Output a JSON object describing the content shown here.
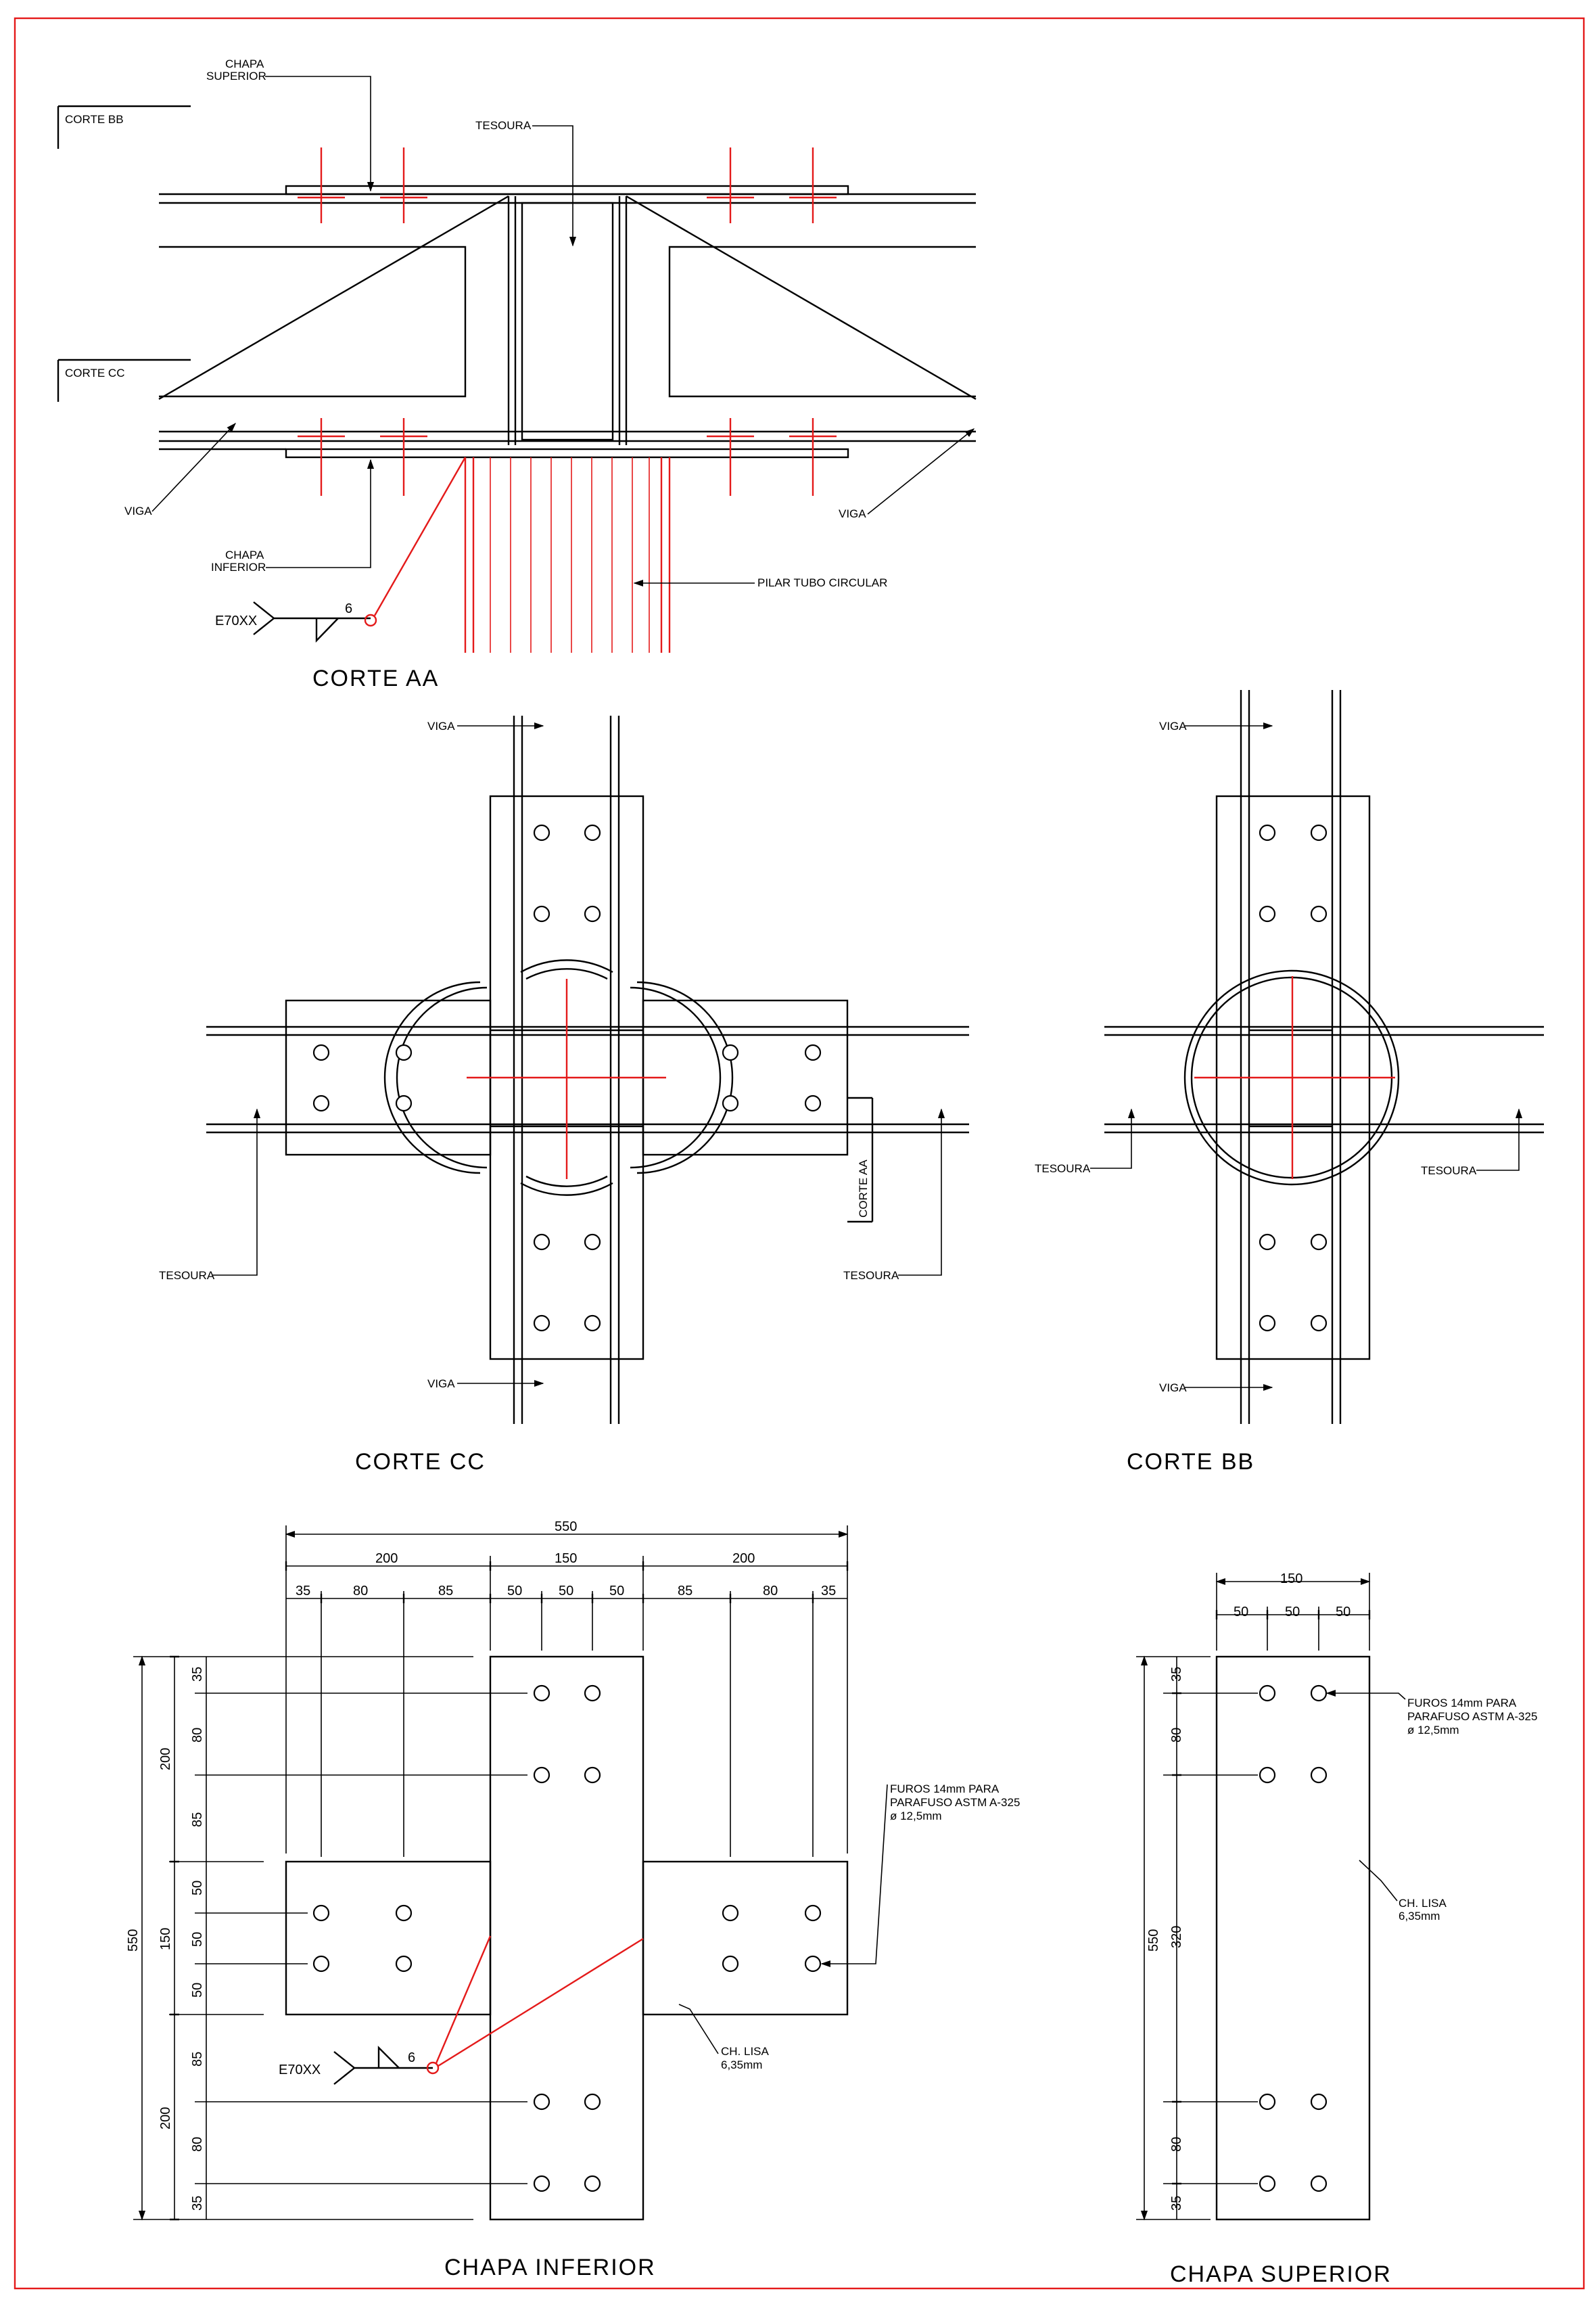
{
  "drawing": {
    "frame_color": "#e41a1a",
    "line_color": "#000000",
    "accent_color": "#e41a1a"
  },
  "corte_aa": {
    "title": "CORTE AA",
    "labels": {
      "chapa_superior_1": "CHAPA",
      "chapa_superior_2": "SUPERIOR",
      "tesoura": "TESOURA",
      "corte_bb": "CORTE BB",
      "corte_cc": "CORTE CC",
      "viga_left": "VIGA",
      "viga_right": "VIGA",
      "chapa_inferior_1": "CHAPA",
      "chapa_inferior_2": "INFERIOR",
      "pilar": "PILAR TUBO CIRCULAR",
      "weld_electrode": "E70XX",
      "weld_size": "6"
    }
  },
  "corte_cc": {
    "title": "CORTE CC",
    "labels": {
      "viga_top": "VIGA",
      "viga_bottom": "VIGA",
      "tesoura_left": "TESOURA",
      "tesoura_right": "TESOURA",
      "corte_aa": "CORTE AA"
    }
  },
  "corte_bb": {
    "title": "CORTE BB",
    "labels": {
      "viga_top": "VIGA",
      "viga_bottom": "VIGA",
      "tesoura_left": "TESOURA",
      "tesoura_right": "TESOURA"
    }
  },
  "chapa_inferior": {
    "title": "CHAPA INFERIOR",
    "dims_top": {
      "overall": "550",
      "left": "200",
      "center": "150",
      "right": "200",
      "left_parts": [
        "35",
        "80",
        "85"
      ],
      "center_parts": [
        "50",
        "50",
        "50"
      ],
      "right_parts": [
        "85",
        "80",
        "35"
      ]
    },
    "dims_left": {
      "overall": "550",
      "top": "200",
      "middle": "150",
      "bottom": "200",
      "top_parts": [
        "35",
        "80",
        "85"
      ],
      "middle_parts": [
        "50",
        "50",
        "50"
      ],
      "bottom_parts": [
        "85",
        "80",
        "35"
      ]
    },
    "note_holes": [
      "FUROS 14mm PARA",
      "PARAFUSO ASTM A-325",
      "ø 12,5mm"
    ],
    "note_plate": [
      "CH. LISA",
      "6,35mm"
    ],
    "weld_electrode": "E70XX",
    "weld_size": "6"
  },
  "chapa_superior": {
    "title": "CHAPA SUPERIOR",
    "dims_top": {
      "overall": "150",
      "parts": [
        "50",
        "50",
        "50"
      ]
    },
    "dims_left": {
      "overall": "550",
      "parts": [
        "35",
        "80",
        "320",
        "80",
        "35"
      ]
    },
    "note_holes": [
      "FUROS 14mm PARA",
      "PARAFUSO ASTM A-325",
      "ø 12,5mm"
    ],
    "note_plate": [
      "CH. LISA",
      "6,35mm"
    ]
  }
}
